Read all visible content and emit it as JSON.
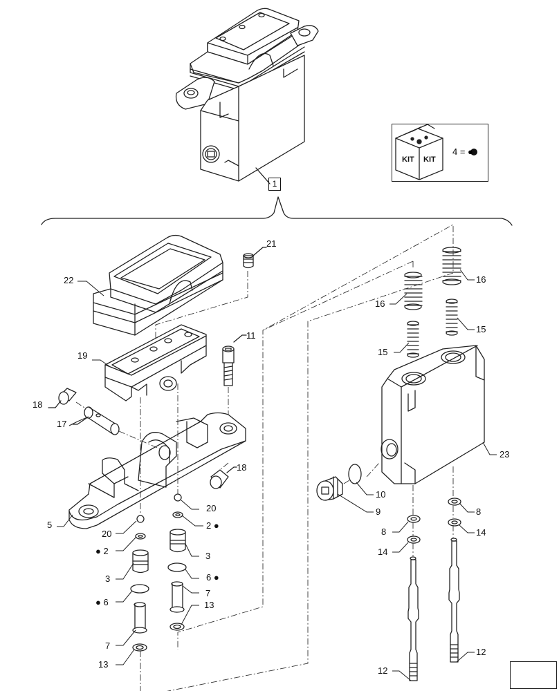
{
  "diagram": {
    "assembly_label": "1",
    "kit_legend": {
      "kit_text_left": "KIT",
      "kit_text_right": "KIT",
      "equation": "4 = ●"
    },
    "callouts": [
      {
        "id": "c21",
        "text": "21"
      },
      {
        "id": "c22",
        "text": "22"
      },
      {
        "id": "c19",
        "text": "19"
      },
      {
        "id": "c11",
        "text": "11"
      },
      {
        "id": "c18a",
        "text": "18"
      },
      {
        "id": "c17",
        "text": "17"
      },
      {
        "id": "c18b",
        "text": "18"
      },
      {
        "id": "c5",
        "text": "5"
      },
      {
        "id": "c20a",
        "text": "20"
      },
      {
        "id": "c20b",
        "text": "20"
      },
      {
        "id": "c2a",
        "text": "● 2"
      },
      {
        "id": "c2b",
        "text": "2 ●"
      },
      {
        "id": "c3a",
        "text": "3"
      },
      {
        "id": "c3b",
        "text": "3"
      },
      {
        "id": "c6a",
        "text": "● 6"
      },
      {
        "id": "c6b",
        "text": "6 ●"
      },
      {
        "id": "c7a",
        "text": "7"
      },
      {
        "id": "c7b",
        "text": "7"
      },
      {
        "id": "c13a",
        "text": "13"
      },
      {
        "id": "c13b",
        "text": "13"
      },
      {
        "id": "c16a",
        "text": "16"
      },
      {
        "id": "c16b",
        "text": "16"
      },
      {
        "id": "c15a",
        "text": "15"
      },
      {
        "id": "c15b",
        "text": "15"
      },
      {
        "id": "c23",
        "text": "23"
      },
      {
        "id": "c10",
        "text": "10"
      },
      {
        "id": "c9",
        "text": "9"
      },
      {
        "id": "c8a",
        "text": "8"
      },
      {
        "id": "c8b",
        "text": "8"
      },
      {
        "id": "c14a",
        "text": "14"
      },
      {
        "id": "c14b",
        "text": "14"
      },
      {
        "id": "c12a",
        "text": "12"
      },
      {
        "id": "c12b",
        "text": "12"
      }
    ]
  }
}
